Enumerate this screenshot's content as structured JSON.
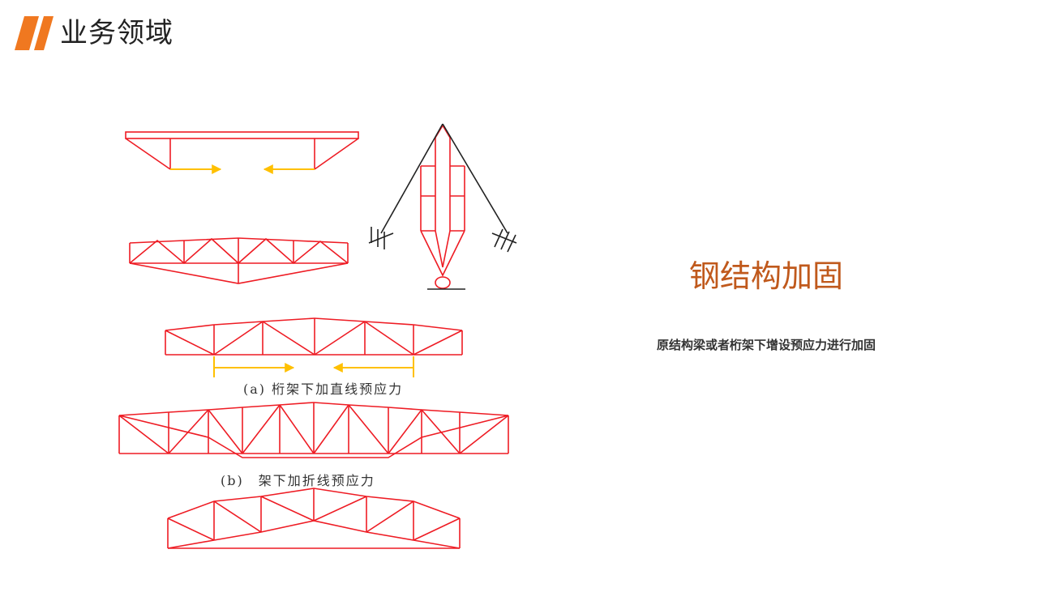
{
  "header": {
    "title": "业务领域",
    "accent_color": "#F07820",
    "icon": "double-slash-icon"
  },
  "diagram": {
    "caption_a": "(a) 桁架下加直线预应力",
    "caption_b": "(b)　架下加折线预应力",
    "stroke_color": "#EE1C24",
    "arrow_color": "#FFC000",
    "support_color": "#222222"
  },
  "section": {
    "title": "钢结构加固",
    "title_color": "#C0591C",
    "description": "原结构梁或者桁架下增设预应力进行加固"
  }
}
